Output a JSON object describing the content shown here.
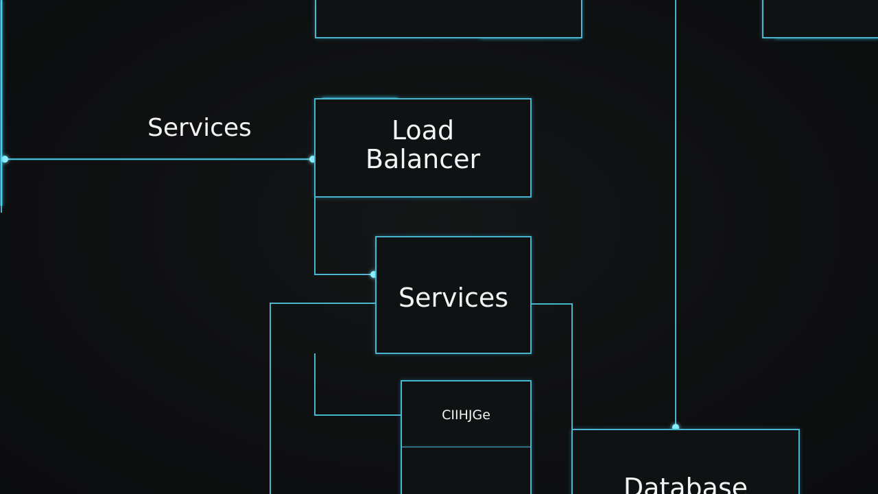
{
  "colors": {
    "background": "#0d0e0f",
    "wire": "#49b6cf",
    "glow": "#3fd8ff",
    "text": "#f2f4f5"
  },
  "diagram": {
    "side_label": "Services",
    "load_balancer": "Load\nBalancer",
    "services": "Services",
    "cache": "CIIHJGe",
    "database": "Database"
  }
}
